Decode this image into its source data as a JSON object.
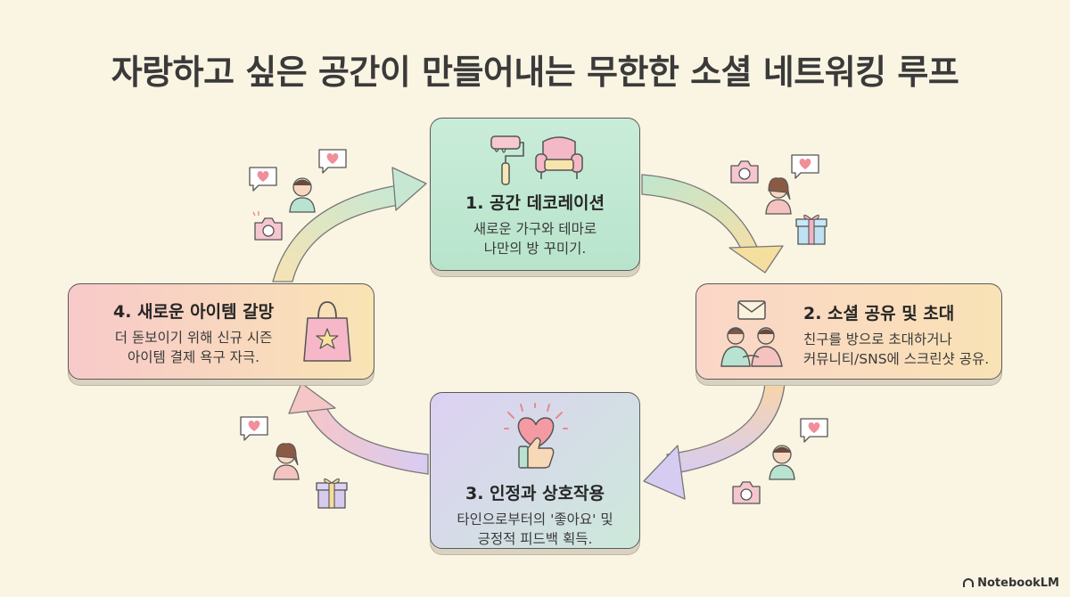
{
  "title": "자랑하고 싶은 공간이 만들어내는 무한한 소셜 네트워킹 루프",
  "steps": [
    {
      "title": "1. 공간 데코레이션",
      "line1": "새로운 가구와 테마로",
      "line2": "나만의 방 꾸미기."
    },
    {
      "title": "2. 소셜 공유 및 초대",
      "line1": "친구를 방으로 초대하거나",
      "line2": "커뮤니티/SNS에 스크린샷 공유."
    },
    {
      "title": "3. 인정과 상호작용",
      "line1": "타인으로부터의 '좋아요' 및",
      "line2": "긍정적 피드백 획득."
    },
    {
      "title": "4. 새로운 아이템 갈망",
      "line1": "더 돋보이기 위해 신규 시즌",
      "line2": "아이템 결제 욕구 자극."
    }
  ],
  "branding": "NotebookLM",
  "icons": [
    "paint-roller-icon",
    "armchair-icon",
    "envelope-icon",
    "friends-icon",
    "heart-thumbs-up-icon",
    "shopping-bag-icon",
    "camera-icon",
    "heart-bubble-icon",
    "gift-icon",
    "person-icon"
  ],
  "colors": {
    "background": "#faf4e3",
    "card1": "#c9ecd8",
    "card2": "#fbd6c8",
    "card3": "#ddd0f3",
    "card4": "#f8c9ca"
  }
}
